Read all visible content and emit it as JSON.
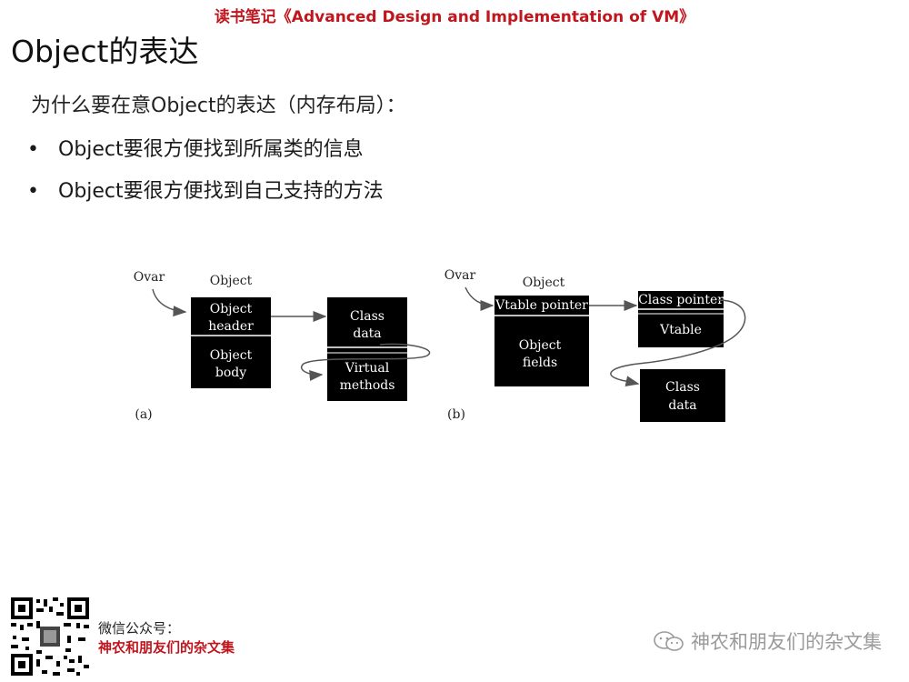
{
  "banner": "读书笔记《Advanced Design and Implementation of VM》",
  "title": "Object的表达",
  "intro": "为什么要在意Object的表达（内存布局）：",
  "bullet_symbol": "•",
  "bullets": [
    "Object要很方便找到所属类的信息",
    "Object要很方便找到自己支持的方法"
  ],
  "diagram_a": {
    "label": "(a)",
    "var": "Ovar",
    "object_caption": "Object",
    "object_header": [
      "Object",
      "header"
    ],
    "object_body": [
      "Object",
      "body"
    ],
    "class_data": [
      "Class",
      "data"
    ],
    "virtual_methods": [
      "Virtual",
      "methods"
    ]
  },
  "diagram_b": {
    "label": "(b)",
    "var": "Ovar",
    "object_caption": "Object",
    "vtable_pointer": "Vtable pointer",
    "object_fields": [
      "Object",
      "fields"
    ],
    "class_pointer": "Class pointer",
    "vtable": "Vtable",
    "class_data": [
      "Class",
      "data"
    ]
  },
  "footer": {
    "account_label": "微信公众号：",
    "account_name": "神农和朋友们的杂文集",
    "watermark": "神农和朋友们的杂文集"
  }
}
